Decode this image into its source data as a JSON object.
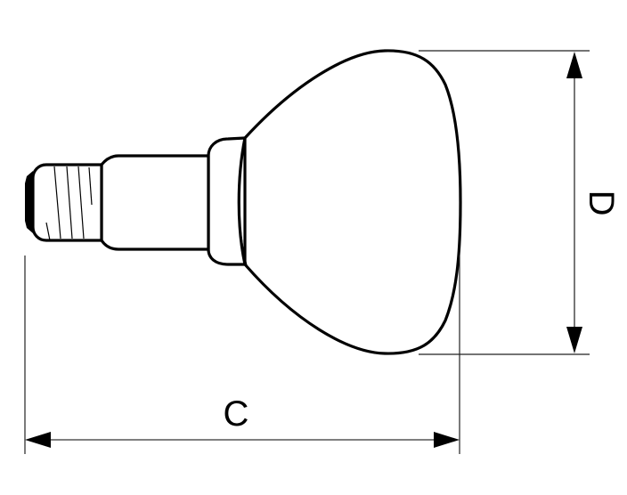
{
  "diagram": {
    "subject": "reflector lamp (bulb) side profile with dimensions",
    "colors": {
      "stroke": "#000000",
      "background": "#ffffff",
      "dimension_line": "#555555"
    },
    "parts": [
      {
        "id": "screw-base",
        "label": "Screw base (cap)"
      },
      {
        "id": "contact-tip",
        "label": "Contact tip"
      },
      {
        "id": "neck",
        "label": "Neck"
      },
      {
        "id": "collar",
        "label": "Collar"
      },
      {
        "id": "reflector-bulb",
        "label": "Reflector bulb"
      }
    ],
    "dimensions": {
      "length": {
        "label": "C",
        "orientation": "horizontal"
      },
      "diameter": {
        "label": "D",
        "orientation": "vertical"
      }
    }
  }
}
